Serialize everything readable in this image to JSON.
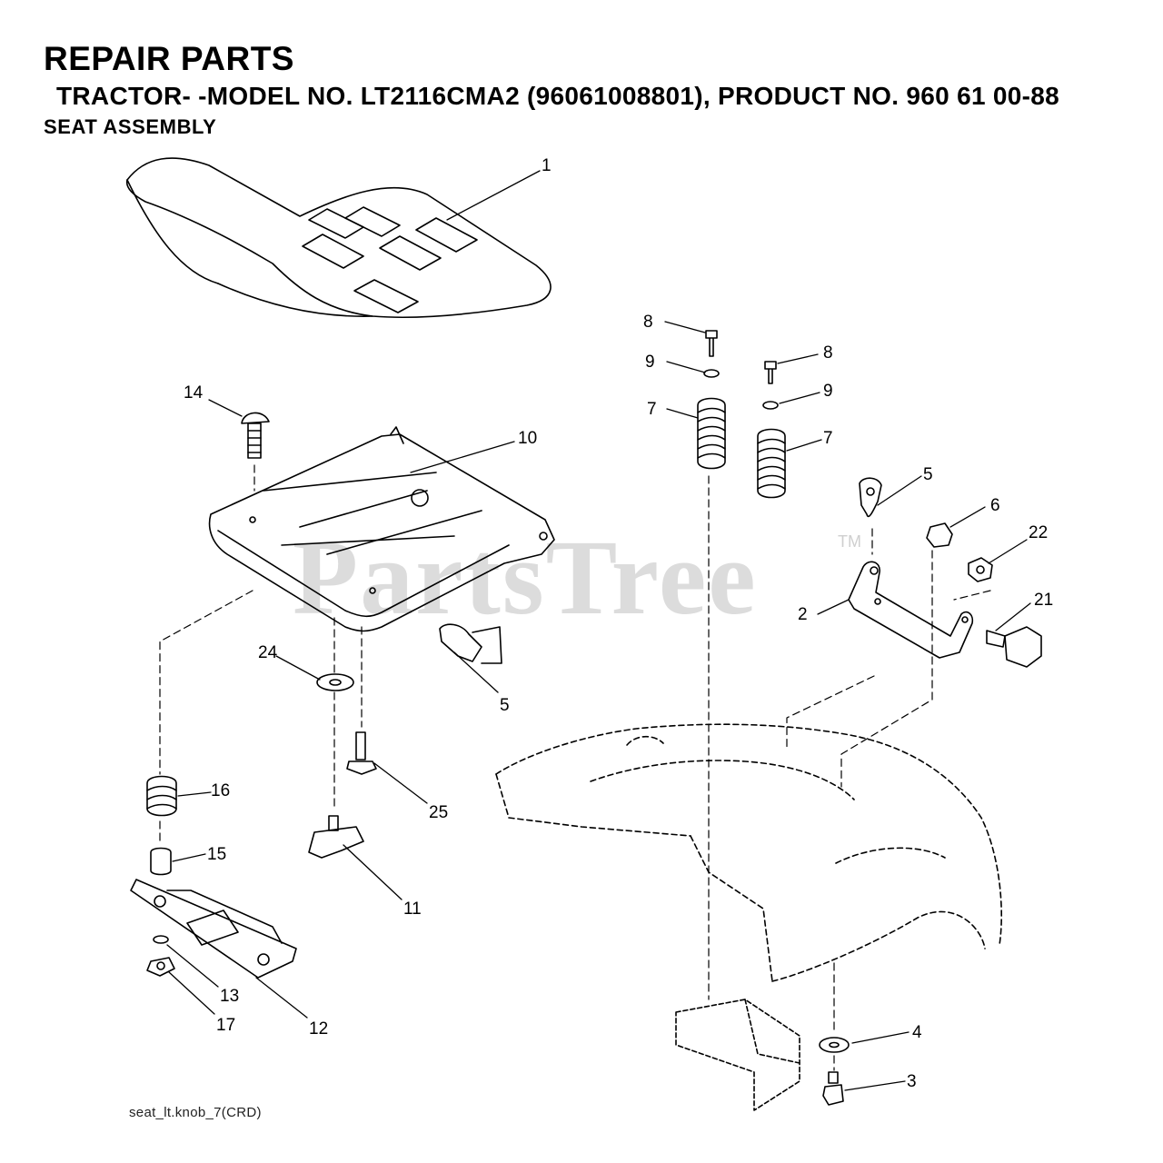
{
  "header": {
    "title": "REPAIR PARTS",
    "subtitle": "TRACTOR- -MODEL NO. LT2116CMA2 (96061008801), PRODUCT NO. 960 61 00-88",
    "section": "SEAT ASSEMBLY"
  },
  "watermark": {
    "text": "PartsTree",
    "trademark": "TM"
  },
  "footer": {
    "code": "seat_lt.knob_7(CRD)"
  },
  "callouts": [
    {
      "id": "c1",
      "number": "1"
    },
    {
      "id": "c14",
      "number": "14"
    },
    {
      "id": "c10",
      "number": "10"
    },
    {
      "id": "c8a",
      "number": "8"
    },
    {
      "id": "c9a",
      "number": "9"
    },
    {
      "id": "c7a",
      "number": "7"
    },
    {
      "id": "c8b",
      "number": "8"
    },
    {
      "id": "c9b",
      "number": "9"
    },
    {
      "id": "c7b",
      "number": "7"
    },
    {
      "id": "c5a",
      "number": "5"
    },
    {
      "id": "c6",
      "number": "6"
    },
    {
      "id": "c22",
      "number": "22"
    },
    {
      "id": "c2",
      "number": "2"
    },
    {
      "id": "c21",
      "number": "21"
    },
    {
      "id": "c24",
      "number": "24"
    },
    {
      "id": "c5b",
      "number": "5"
    },
    {
      "id": "c16",
      "number": "16"
    },
    {
      "id": "c25",
      "number": "25"
    },
    {
      "id": "c15",
      "number": "15"
    },
    {
      "id": "c11",
      "number": "11"
    },
    {
      "id": "c13",
      "number": "13"
    },
    {
      "id": "c17",
      "number": "17"
    },
    {
      "id": "c12",
      "number": "12"
    },
    {
      "id": "c4",
      "number": "4"
    },
    {
      "id": "c3",
      "number": "3"
    }
  ]
}
